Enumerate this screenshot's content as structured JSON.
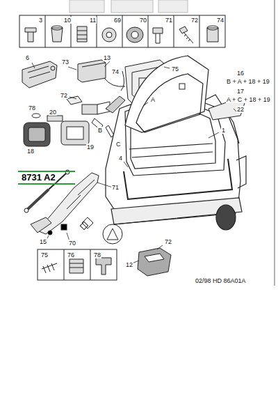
{
  "diagram": {
    "labels": [
      "3",
      "10",
      "11",
      "69",
      "70",
      "71",
      "72",
      "74",
      "6",
      "73",
      "13",
      "74",
      "75",
      "16",
      "B + A + 18 + 19",
      "17",
      "A + C + 18 + 19",
      "22",
      "72",
      "A",
      "78",
      "20",
      "18",
      "19",
      "B",
      "C",
      "1",
      "4",
      "8731 A2",
      "71",
      "15",
      "70",
      "75",
      "76",
      "78",
      "72",
      "12",
      "02/98 HD 86A01A"
    ]
  }
}
